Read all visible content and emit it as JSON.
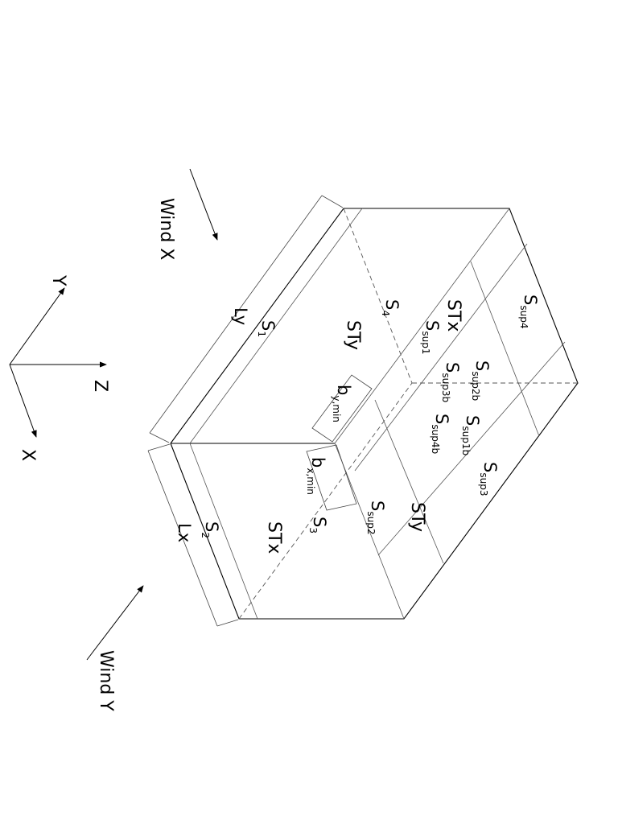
{
  "wind": {
    "x": "Wind X",
    "y": "Wind Y"
  },
  "axes": {
    "x": "X",
    "y": "Y",
    "z": "Z"
  },
  "dimensions": {
    "ly": "Ly",
    "lx": "Lx",
    "by": {
      "main": "b",
      "sub": "y,min"
    },
    "bx": {
      "main": "b",
      "sub": "x,min"
    }
  },
  "surfaces": {
    "s1": {
      "main": "S",
      "sub": "1"
    },
    "s2": {
      "main": "S",
      "sub": "2"
    },
    "s3": {
      "main": "S",
      "sub": "3"
    },
    "s4": {
      "main": "S",
      "sub": "4"
    },
    "ssup1": {
      "main": "S",
      "sub": "sup1"
    },
    "ssup2": {
      "main": "S",
      "sub": "sup2"
    },
    "ssup3": {
      "main": "S",
      "sub": "sup3"
    },
    "ssup4": {
      "main": "S",
      "sub": "sup4"
    },
    "ssup1b": {
      "main": "S",
      "sub": "sup1b"
    },
    "ssup2b": {
      "main": "S",
      "sub": "sup2b"
    },
    "ssup3b": {
      "main": "S",
      "sub": "sup3b"
    },
    "ssup4b": {
      "main": "S",
      "sub": "sup4b"
    }
  },
  "strips": {
    "sty_left": "STy",
    "stx_top": "STx",
    "sty_roof": "STy",
    "stx_front": "STx"
  },
  "colors": {
    "line": "#000000",
    "background": "#ffffff"
  }
}
